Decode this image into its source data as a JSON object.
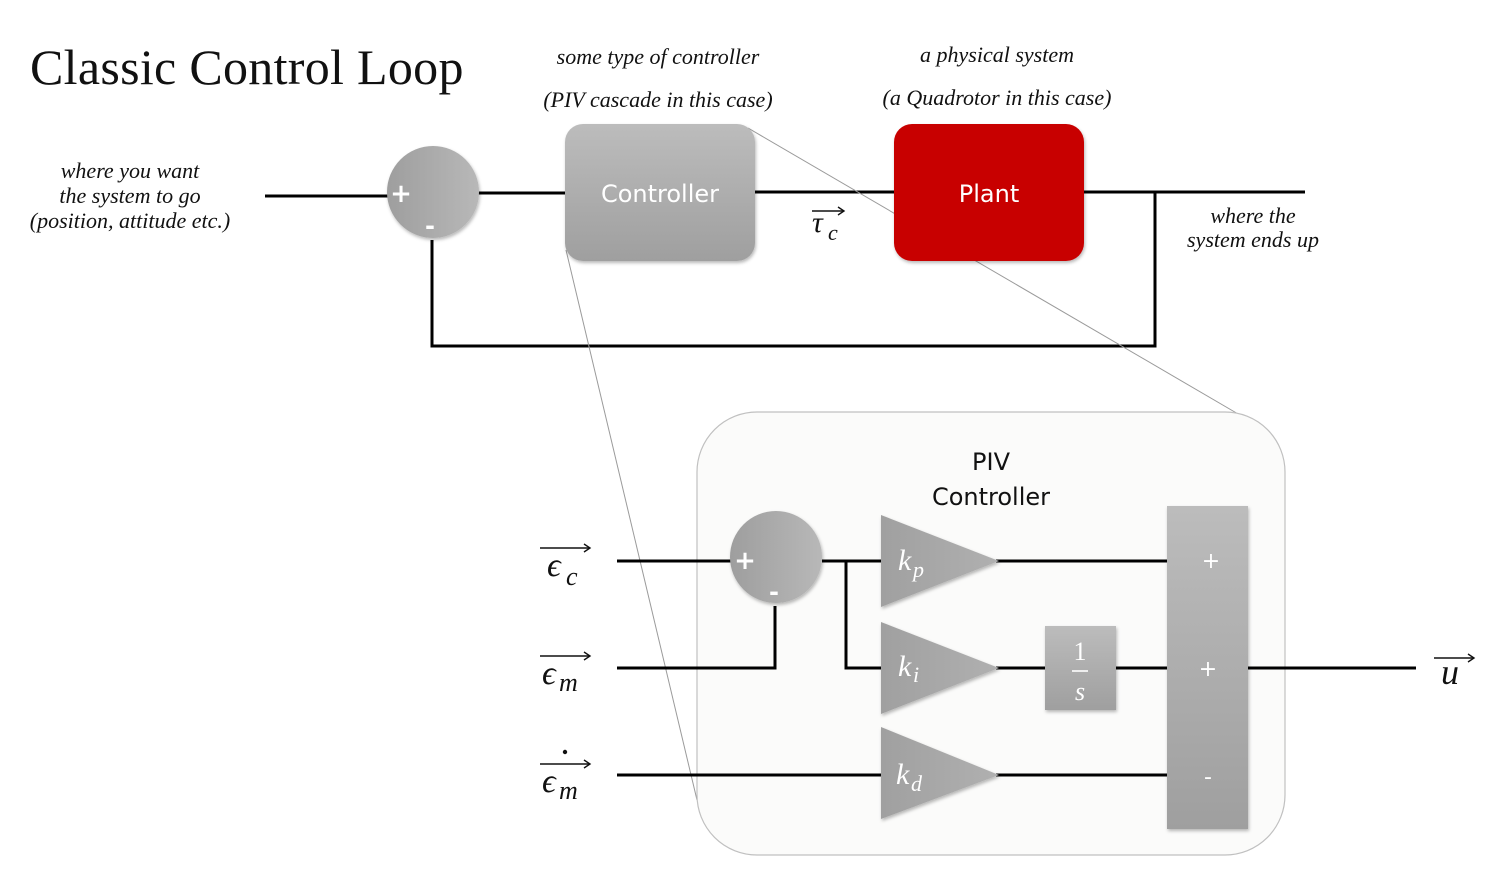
{
  "title": "Classic Control Loop",
  "top_loop": {
    "input_note": [
      "where you want",
      "the system to go",
      "(position, attitude etc.)"
    ],
    "controller_note": [
      "some type of controller",
      "(PIV cascade in this case)"
    ],
    "plant_note": [
      "a physical system",
      "(a Quadrotor in this case)"
    ],
    "output_note": [
      "where the",
      "system ends up"
    ],
    "summing_junction": {
      "plus": "+",
      "minus": "-"
    },
    "controller_block": {
      "label": "Controller",
      "color": "#aaaaaa"
    },
    "plant_block": {
      "label": "Plant",
      "color": "#c80000"
    },
    "signal_label": {
      "base": "τ",
      "subscript": "c",
      "arrow": "→"
    }
  },
  "piv_controller": {
    "title": [
      "PIV",
      "Controller"
    ],
    "inputs": [
      {
        "base": "ϵ",
        "subscript": "c",
        "dot": false
      },
      {
        "base": "ϵ",
        "subscript": "m",
        "dot": false
      },
      {
        "base": "ϵ",
        "subscript": "m",
        "dot": true
      }
    ],
    "summing_junction": {
      "plus": "+",
      "minus": "-"
    },
    "gains": [
      {
        "base": "k",
        "subscript": "p"
      },
      {
        "base": "k",
        "subscript": "i"
      },
      {
        "base": "k",
        "subscript": "d"
      }
    ],
    "integrator": {
      "numerator": "1",
      "denominator": "s"
    },
    "sum_block_signs": [
      "+",
      "+",
      "-"
    ],
    "output": {
      "base": "u",
      "arrow": "→"
    }
  },
  "colors": {
    "block_gray": "#a9a9a9",
    "plant_red": "#c80000",
    "line": "#000000",
    "zoom_panel_bg": "#fbfbfa",
    "zoom_panel_border": "#c0c0c0"
  }
}
